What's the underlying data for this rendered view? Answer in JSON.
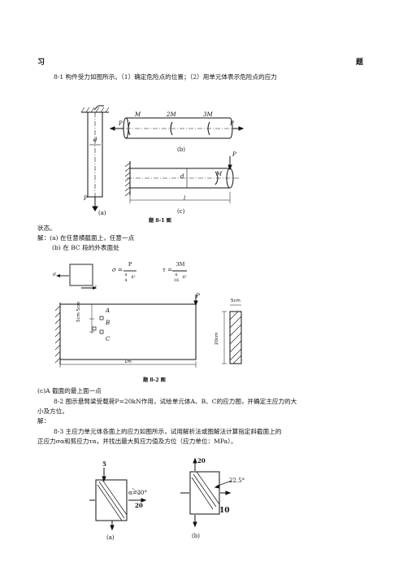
{
  "header": {
    "left": "习",
    "right": "题"
  },
  "problem_8_1": {
    "text": "8-1  构件受力如图所示。（1）确定危险点的位置；（2）用单元体表示危险点的应力",
    "continuation": "状态。",
    "fig_labels": {
      "a": "(a)",
      "b": "(b)",
      "c": "(c)",
      "P": "P",
      "d": "d",
      "l": "l",
      "M": "M",
      "2M": "2M",
      "3M": "3M"
    },
    "caption": "题 8-1 图"
  },
  "solution_8_1": {
    "line1": "解：(a)  在任意横截面上，任意一点",
    "line2": "(b)  在 BC 段的外表面处",
    "sigma": "σ",
    "tau": "τ",
    "eq1_lhs": "σ =",
    "eq1_num": "P",
    "eq1_den_pi": "π",
    "eq1_den_n": "4",
    "eq1_den_d": "d²",
    "eq2_lhs": "τ =",
    "eq2_num": "3M",
    "eq2_den_pi": "π",
    "eq2_den_n": "16",
    "eq2_den_d": "d³"
  },
  "figure_8_2": {
    "P": "P",
    "A": "A",
    "B": "B",
    "C": "C",
    "dim_vert": "5cm 5cm",
    "length": "1m",
    "section_w": "5cm",
    "section_h": "20cm",
    "caption": "题 8-2 图"
  },
  "c_answer": "(c)A 截面的最上面一点",
  "problem_8_2": {
    "line1": "8-2  图示悬臂梁受载荷P=20kN作用，试绘单元体A、B、C的应力图，并确定主应力的大",
    "line2": "小及方位。",
    "solution": "解："
  },
  "problem_8_3": {
    "line1": "8-3  主应力单元体各面上的应力如图所示，试用解析法或图解法计算指定斜截面上的",
    "line2": "正应力σα和剪应力τα，并找出最大剪应力值及方位（应力单位：MPa）。"
  },
  "figure_8_3": {
    "a_top": "5",
    "a_angle": "α=30°",
    "a_right": "20",
    "b_top": "20",
    "b_angle": "22.5°",
    "b_right": "10",
    "a": "(a)",
    "b": "(b)"
  }
}
